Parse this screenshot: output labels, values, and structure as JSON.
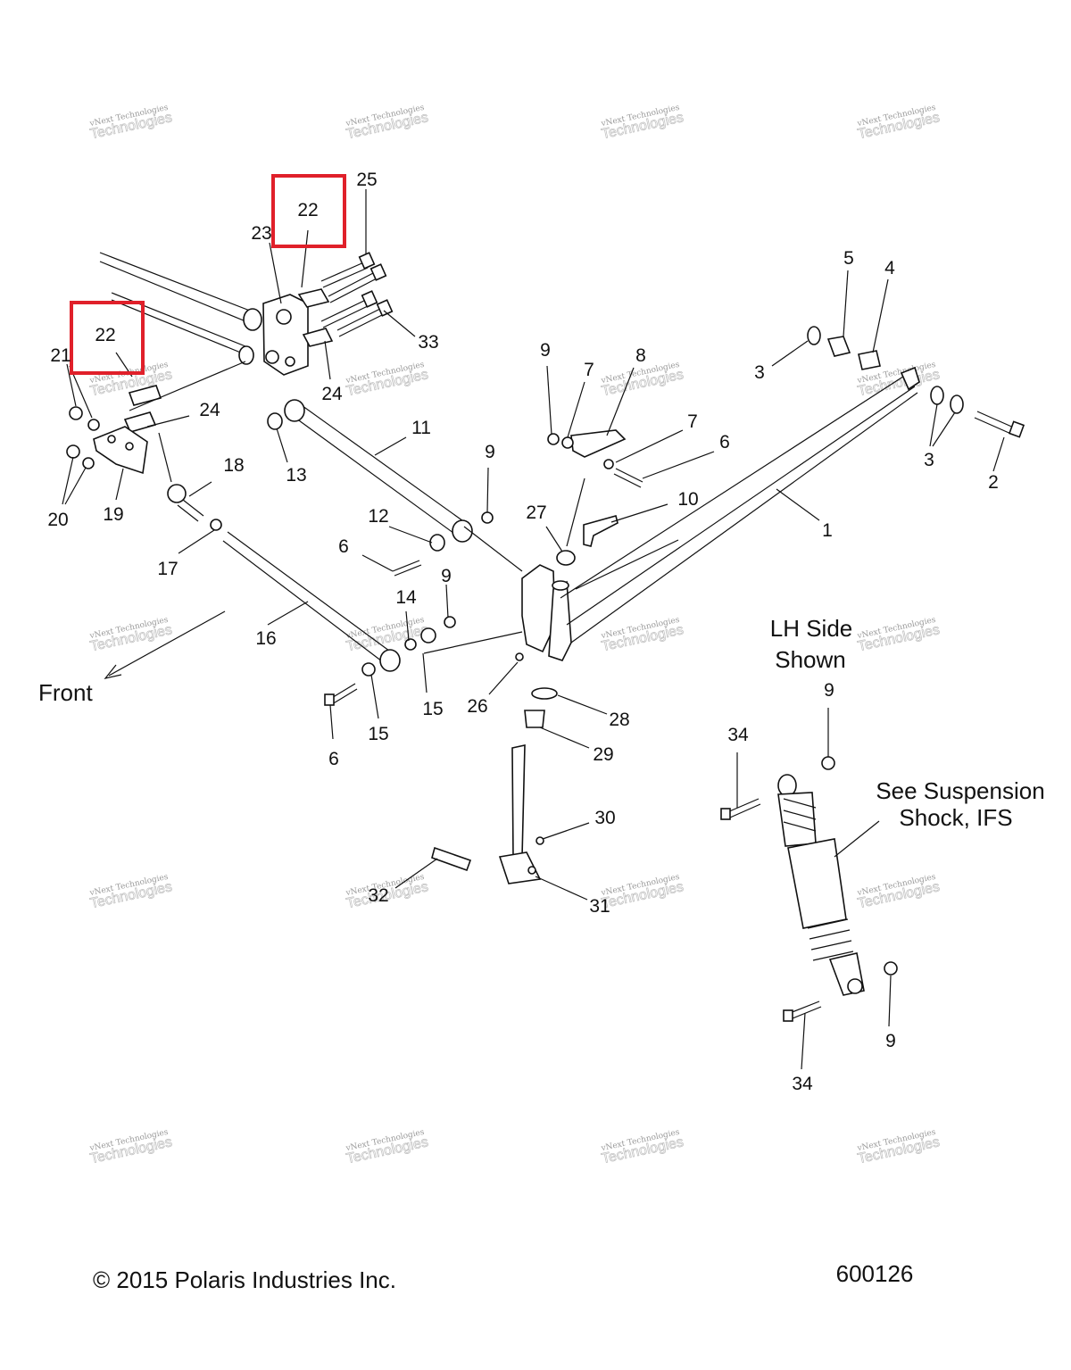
{
  "copyright": "© 2015 Polaris Industries Inc.",
  "diagram_number": "600126",
  "notes": {
    "front": "Front",
    "lh_side_line1": "LH Side",
    "lh_side_line2": "Shown",
    "see_shock_line1": "See Suspension",
    "see_shock_line2": "Shock, IFS"
  },
  "highlighted_callouts": [
    "22",
    "22"
  ],
  "watermark": {
    "line1": "vNext Technologies",
    "line2": "Technologies"
  },
  "callouts": [
    "25",
    "23",
    "33",
    "24",
    "21",
    "24",
    "20",
    "19",
    "18",
    "13",
    "11",
    "17",
    "16",
    "12",
    "6",
    "14",
    "9",
    "15",
    "15",
    "6",
    "9",
    "9",
    "7",
    "8",
    "7",
    "6",
    "10",
    "27",
    "26",
    "28",
    "29",
    "30",
    "32",
    "31",
    "5",
    "4",
    "3",
    "3",
    "2",
    "1",
    "9",
    "34",
    "34",
    "9"
  ]
}
